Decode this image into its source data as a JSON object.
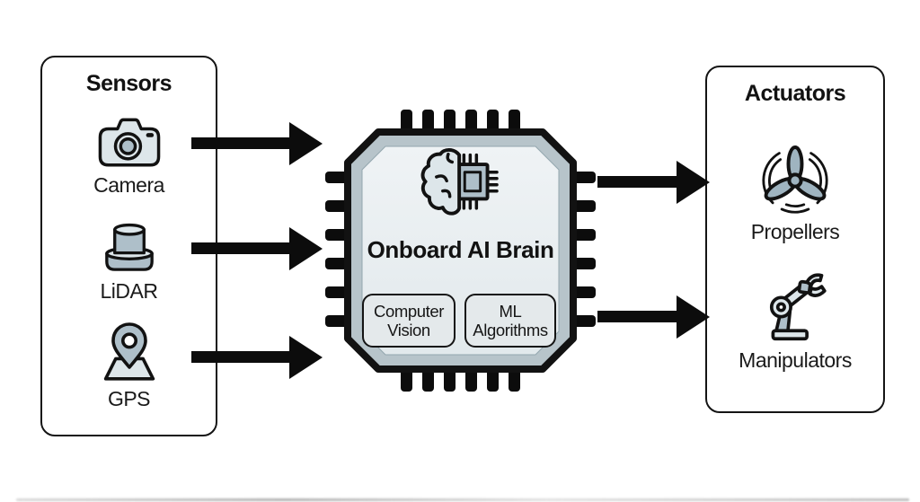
{
  "colors": {
    "ink": "#121212",
    "icon-light": "#dde6ea",
    "icon-mid": "#aebfc9",
    "icon-dark": "#9fb4c0",
    "chip-band": "#b7c4ca",
    "chip-panel": "#e9eef1",
    "module-fill": "#e4e9eb",
    "bg": "#ffffff"
  },
  "sensors": {
    "title": "Sensors",
    "items": [
      {
        "label": "Camera",
        "icon": "camera-icon"
      },
      {
        "label": "LiDAR",
        "icon": "lidar-icon"
      },
      {
        "label": "GPS",
        "icon": "gps-icon"
      }
    ]
  },
  "chip": {
    "title": "Onboard AI Brain",
    "icon": "brain-chip-icon",
    "modules": [
      {
        "label": "Computer Vision"
      },
      {
        "label": "ML Algorithms"
      }
    ]
  },
  "actuators": {
    "title": "Actuators",
    "items": [
      {
        "label": "Propellers",
        "icon": "propeller-icon"
      },
      {
        "label": "Manipulators",
        "icon": "robot-arm-icon"
      }
    ]
  },
  "arrows": {
    "sensors_to_chip": 3,
    "chip_to_actuators": 2
  }
}
